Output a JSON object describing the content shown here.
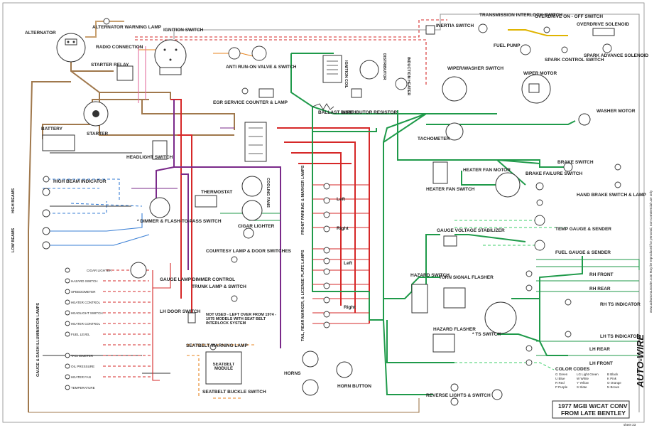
{
  "components": {
    "alternator": "ALTERNATOR",
    "alt_warning_lamp": "ALTERNATOR WARNING LAMP",
    "ignition_switch": "IGNITION SWITCH",
    "radio_connection": "RADIO CONNECTION",
    "starter_relay": "STARTER RELAY",
    "starter": "STARTER",
    "battery": "BATTERY",
    "anti_run_on": "ANTI RUN-ON VALVE & SWITCH",
    "egr_service": "EGR SERVICE COUNTER & LAMP",
    "transmission_interlock": "TRANSMISSION INTERLOCK SWITCH",
    "inertia_switch": "INERTIA SWITCH",
    "overdrive_switch": "OVERDRIVE ON - OFF SWITCH",
    "overdrive_solenoid": "OVERDRIVE SOLENOID",
    "fuel_pump": "FUEL PUMP",
    "spark_control_switch": "SPARK CONTROL SWITCH",
    "spark_advance_solenoid": "SPARK ADVANCE SOLENOID",
    "ignition_coil": "IGNITION COIL",
    "distributor": "DISTRIBUTOR",
    "induction_heater": "INDUCTION HEATER",
    "ballast_wire": "BALLAST WIRE",
    "distributor_resistor": "DISTRIBUTOR RESISTOR",
    "wiper_washer_switch": "WIPER/WASHER SWITCH",
    "wiper_motor": "WIPER MOTOR",
    "washer_motor": "WASHER MOTOR",
    "tachometer": "TACHOMETER",
    "headlight_switch": "HEADLIGHT SWITCH",
    "thermostat": "THERMOSTAT",
    "cooling_fans": "COOLING FANS",
    "high_beam_indicator": "HIGH BEAM INDICATOR",
    "high_beams": "HIGH BEAMS",
    "low_beams": "LOW BEAMS",
    "dimmer_switch": "* DIMMER & FLASH-TO-PASS SWITCH",
    "cigar_lighter": "CIGAR LIGHTER",
    "courtesy_lamp": "COURTESY LAMP & DOOR SWITCHES",
    "heater_fan_motor": "HEATER FAN MOTOR",
    "heater_fan_switch": "HEATER FAN SWITCH",
    "brake_switch": "BRAKE SWITCH",
    "brake_failure_switch": "BRAKE FAILURE SWITCH",
    "hand_brake_switch": "HAND BRAKE SWITCH & LAMP",
    "gauge_voltage_stabilizer": "GAUGE VOLTAGE STABILIZER",
    "temp_gauge": "TEMP GAUGE & SENDER",
    "fuel_gauge": "FUEL GAUGE & SENDER",
    "front_parking_lamps": "FRONT PARKING & MARKER LAMPS",
    "tail_lamps": "TAIL, REAR MARKER, & LICENSE PLATE LAMPS",
    "gauge_lamp_dimmer": "GAUGE LAMP DIMMER CONTROL",
    "lh_door_switch": "LH DOOR SWITCH",
    "trunk_lamp": "TRUNK LAMP & SWITCH",
    "not_used_note": "NOT USED - LEFT OVER FROM 1974 - 1975 MODELS WITH SEAT BELT INTERLOCK SYSTEM",
    "gauge_dash_lamps": "GAUGE & DASH ILLUMINATION LAMPS",
    "seatbelt_warning": "SEATBELT WARNING LAMP",
    "seatbelt_module": "SEATBELT MODULE",
    "seatbelt_buckle": "SEATBELT BUCKLE SWITCH",
    "horns": "HORNS",
    "horn_button": "HORN BUTTON",
    "hazard_switch": "HAZARD SWITCH",
    "turn_signal_flasher": "TURN SIGNAL FLASHER",
    "hazard_flasher": "HAZARD FLASHER",
    "ts_switch": "* TS SWITCH",
    "rh_front": "RH FRONT",
    "rh_rear": "RH REAR",
    "rh_ts_indicator": "RH TS INDICATOR",
    "lh_ts_indicator": "LH TS INDICATOR",
    "lh_rear": "LH REAR",
    "lh_front": "LH FRONT",
    "reverse_lights": "REVERSE LIGHTS & SWITCH"
  },
  "side_labels": {
    "left": "Left",
    "right": "Right"
  },
  "dash_lamps": [
    "CIGAR LIGHTER",
    "HAZARD SWITCH",
    "SPEEDOMETER",
    "HEATER CONTROL",
    "HEADLIGHT SWITCH",
    "HEATER CONTROL",
    "FUEL LEVEL",
    "TACHOMETER",
    "OIL PRESSURE",
    "HEATER FAN",
    "TEMPERATURE"
  ],
  "color_codes": {
    "heading": "COLOR CODES",
    "items": [
      "G  Green",
      "U  Blue",
      "R  Red",
      "P  Purple",
      "LG  Light Green",
      "W  White",
      "Y  Yellow",
      "S  Slate",
      "B  Black",
      "K  Pink",
      "O  Orange",
      "N  Brown"
    ]
  },
  "title_block": {
    "title": "1977 MGB W/CAT CONV",
    "subtitle": "FROM LATE BENTLEY",
    "sheet": "sheet 23",
    "logo": "AUTO-WIRE"
  },
  "side_text": "www.advanceautowire.com  May be reproduced for personal, non-commercial use only",
  "colors": {
    "brown": "#a0784c",
    "red": "#d62828",
    "green": "#1f9a4a",
    "purple": "#7a2a8a",
    "blue": "#3a7fd5",
    "yellow": "#e0b400",
    "black": "#333333",
    "orange": "#e8841f",
    "pink": "#e36fa0",
    "light_green": "#3ecf6a",
    "tan": "#c8a070"
  }
}
